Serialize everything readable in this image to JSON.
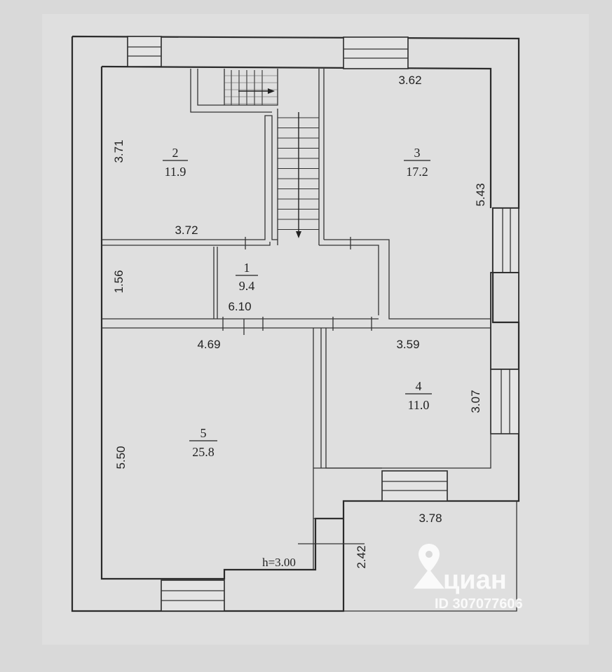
{
  "rooms": [
    {
      "id": "room-1",
      "number": "1",
      "area": "9.4"
    },
    {
      "id": "room-2",
      "number": "2",
      "area": "11.9"
    },
    {
      "id": "room-3",
      "number": "3",
      "area": "17.2"
    },
    {
      "id": "room-4",
      "number": "4",
      "area": "11.0"
    },
    {
      "id": "room-5",
      "number": "5",
      "area": "25.8"
    }
  ],
  "dimensions": {
    "room2_height": "3.71",
    "room2_width": "3.72",
    "room3_width": "3.62",
    "room3_height": "5.43",
    "room1_height": "1.56",
    "room1_width": "6.10",
    "room5_width": "4.69",
    "room5_height": "5.50",
    "room4_width": "3.59",
    "room4_height": "3.07",
    "terrace_width": "3.78",
    "terrace_height": "2.42"
  },
  "ceiling_height": "h=3.00",
  "watermark": {
    "brand": "циан",
    "id_text": "ID 307077606"
  }
}
